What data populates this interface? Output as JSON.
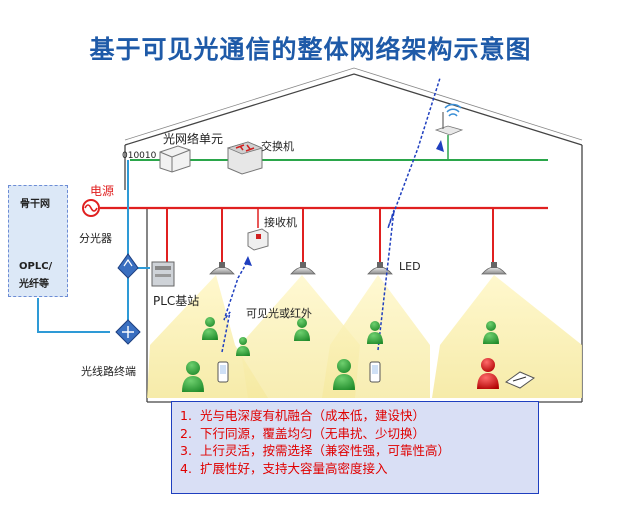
{
  "title": "基于可见光通信的整体网络架构示意图",
  "labels": {
    "onu": "光网络单元",
    "switch": "交换机",
    "bits": "010010",
    "power": "电源",
    "splitter": "分光器",
    "receiver": "接收机",
    "plc": "PLC基站",
    "vlc": "可见光或红外",
    "led": "LED",
    "olt": "光线路终端"
  },
  "backbone": {
    "title": "骨干网",
    "line1": "OPLC/",
    "line2": "光纤等"
  },
  "notes": [
    {
      "num": "1.",
      "text": "光与电深度有机融合（成本低，建设快）"
    },
    {
      "num": "2.",
      "text": "下行同源，覆盖均匀（无串扰、少切换）"
    },
    {
      "num": "3.",
      "text": "上行灵活，按需选择（兼容性强，可靠性高）"
    },
    {
      "num": "4.",
      "text": "扩展性好，支持大容量高密度接入"
    }
  ],
  "colors": {
    "title": "#1e5aa8",
    "power_line": "#e02020",
    "fiber_line": "#2e9ad6",
    "network_line": "#2aa64a",
    "note_text": "#e00000",
    "note_bg": "#d9dff5"
  }
}
